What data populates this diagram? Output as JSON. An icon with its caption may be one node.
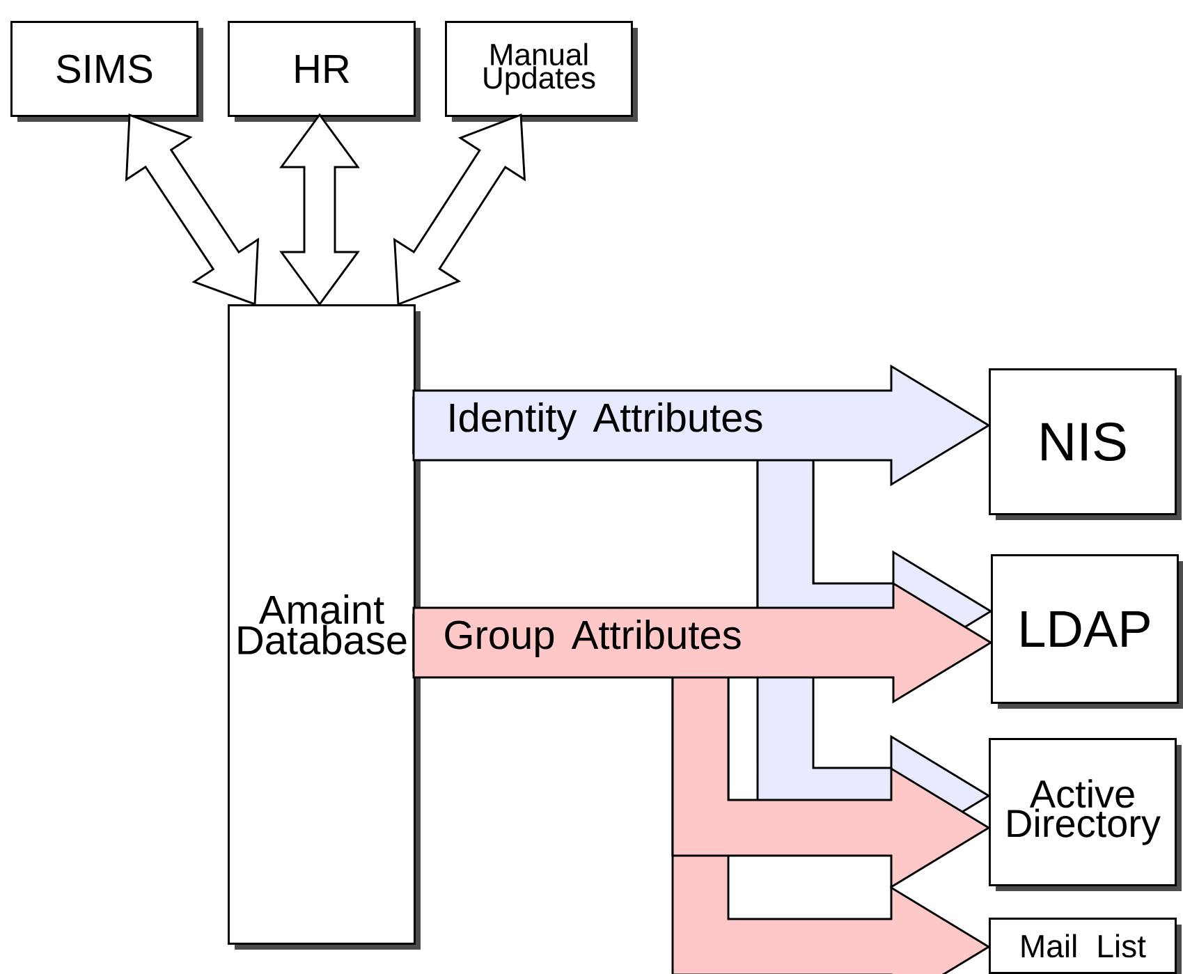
{
  "diagram": {
    "nodes": [
      {
        "text": [
          "SIMS"
        ]
      },
      {
        "text": [
          "HR"
        ]
      },
      {
        "text": [
          "Manual Updates"
        ]
      },
      {
        "text": [
          "Amaint Database"
        ]
      },
      {
        "text": [
          "NIS"
        ]
      },
      {
        "text": [
          "LDAP"
        ]
      },
      {
        "text": [
          "Active Directory"
        ]
      },
      {
        "text": [
          "Mail List"
        ]
      }
    ],
    "edges": [
      {
        "from": 3,
        "to": 0,
        "arrow": "both"
      },
      {
        "from": 3,
        "to": 1,
        "arrow": "both"
      },
      {
        "from": 3,
        "to": 2,
        "arrow": "both"
      },
      {
        "from": 3,
        "to": 4,
        "arrow": "to",
        "label": "Identity Attributes",
        "color": "#e8eaff"
      },
      {
        "from": 3,
        "to": 5,
        "arrow": "to",
        "color": "#e8eaff"
      },
      {
        "from": 3,
        "to": 6,
        "arrow": "to",
        "color": "#e8eaff"
      },
      {
        "from": 3,
        "to": 5,
        "arrow": "to",
        "label": "Group Attributes",
        "color": "#ffc8c8"
      },
      {
        "from": 3,
        "to": 6,
        "arrow": "to",
        "color": "#ffc8c8"
      },
      {
        "from": 3,
        "to": 7,
        "arrow": "to",
        "color": "#ffc8c8"
      }
    ]
  }
}
